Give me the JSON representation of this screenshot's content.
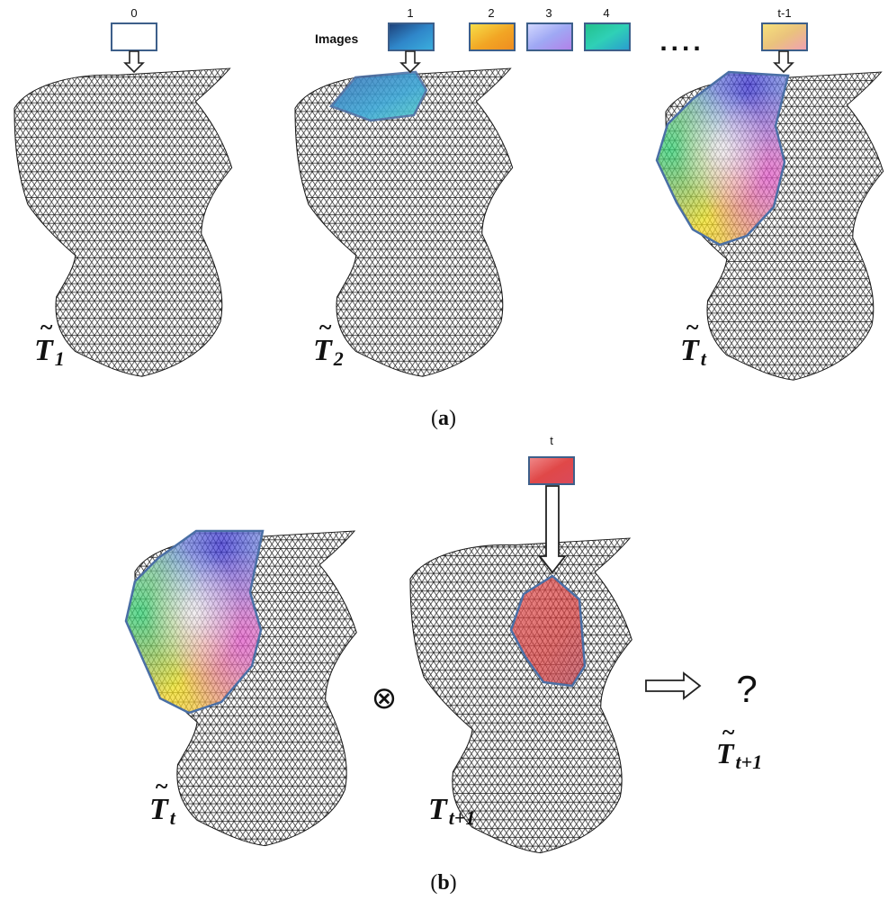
{
  "panel_a": {
    "label_open": "(",
    "label_letter": "a",
    "label_close": ")",
    "images_label": "Images",
    "blank_frame_label": "0",
    "image_labels": [
      "1",
      "2",
      "3",
      "4",
      "t-1"
    ],
    "ellipsis": "....",
    "meshes": [
      {
        "symbol": "T",
        "tilde": "~",
        "subscript": "1"
      },
      {
        "symbol": "T",
        "tilde": "~",
        "subscript": "2"
      },
      {
        "symbol": "T",
        "tilde": "~",
        "subscript": "t"
      }
    ]
  },
  "panel_b": {
    "label_open": "(",
    "label_letter": "b",
    "label_close": ")",
    "new_image_label": "t",
    "operator": "⊗",
    "question": "?",
    "mesh_left": {
      "symbol": "T",
      "tilde": "~",
      "subscript": "t"
    },
    "mesh_mid": {
      "symbol": "T",
      "subscript": "t+1"
    },
    "result": {
      "symbol": "T",
      "tilde": "~",
      "subscript": "t+1"
    }
  },
  "colors": {
    "mesh_line": "#1a1a1a",
    "mesh_fill": "#ffffff",
    "frame_border": "#3d5f8a",
    "region_border": "#4a6fa5",
    "image_1": [
      "#1f4f86",
      "#2f86c9",
      "#37a7d8"
    ],
    "image_2": [
      "#f2d21a",
      "#f29a22",
      "#f6e26a"
    ],
    "image_3": [
      "#8fa3f2",
      "#b58df0",
      "#d7d2ff"
    ],
    "image_4": [
      "#1fb98a",
      "#2fd0b0",
      "#2a9bd0"
    ],
    "image_t_minus_1": [
      "#f4d56a",
      "#e9c07a",
      "#f1a0b0"
    ],
    "image_t": [
      "#e04848",
      "#f07a7a",
      "#d94a5c"
    ]
  }
}
